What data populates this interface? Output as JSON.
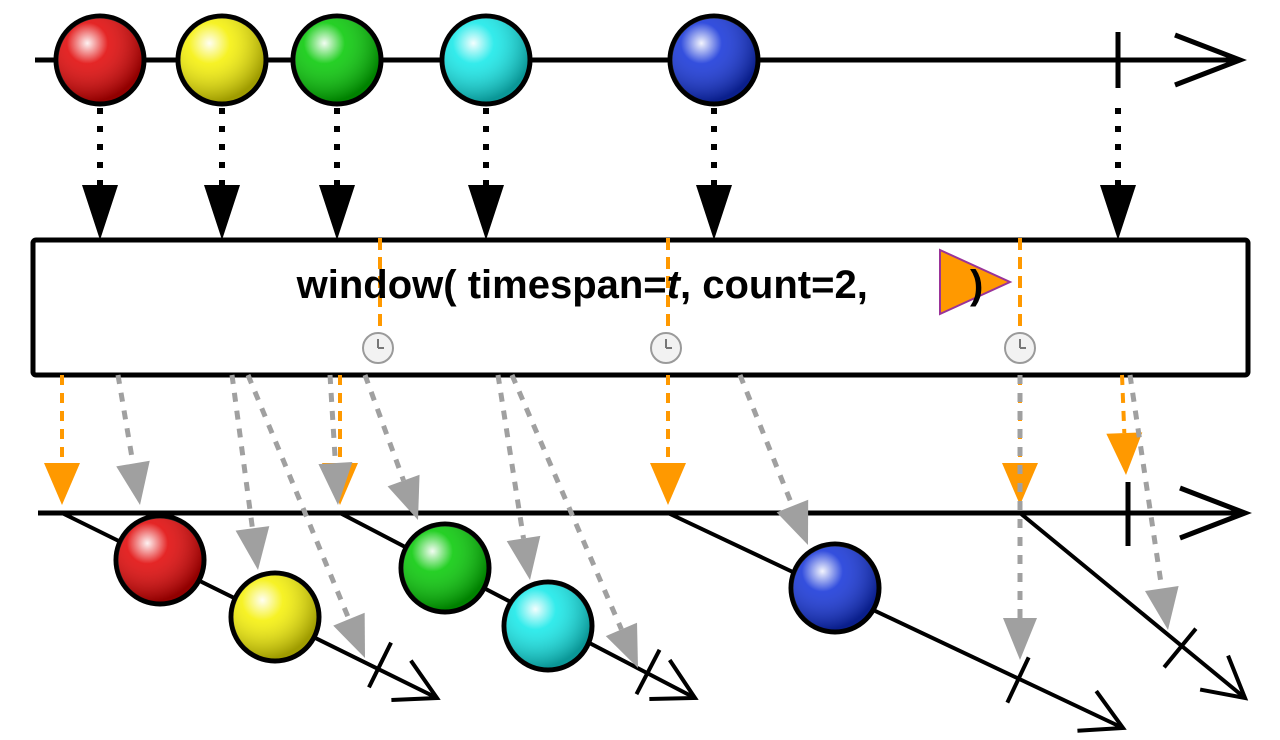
{
  "operator": {
    "prefix": "window( timespan=",
    "timespan_var": "t",
    "middle": ", count=2, ",
    "suffix": " )",
    "scheduler_icon": "orange-play-triangle"
  },
  "colors": {
    "red": "#e00000",
    "yellow": "#f5f000",
    "green": "#00c800",
    "cyan": "#10e8e8",
    "blue": "#1030d8",
    "orange": "#ff9900",
    "gray": "#a0a0a0",
    "scheduler_fill": "#ff9900",
    "scheduler_stroke": "#993399"
  },
  "source": {
    "marbles": [
      "red",
      "yellow",
      "green",
      "cyan",
      "blue"
    ],
    "completes": true
  },
  "timer": {
    "tick_icon": "clock-icon",
    "tick_count": 3
  },
  "windows": [
    {
      "marbles": [
        "red",
        "yellow"
      ],
      "completes": true
    },
    {
      "marbles": [
        "green",
        "cyan"
      ],
      "completes": true
    },
    {
      "marbles": [
        "blue"
      ],
      "completes": true
    },
    {
      "marbles": [],
      "completes": true
    }
  ]
}
